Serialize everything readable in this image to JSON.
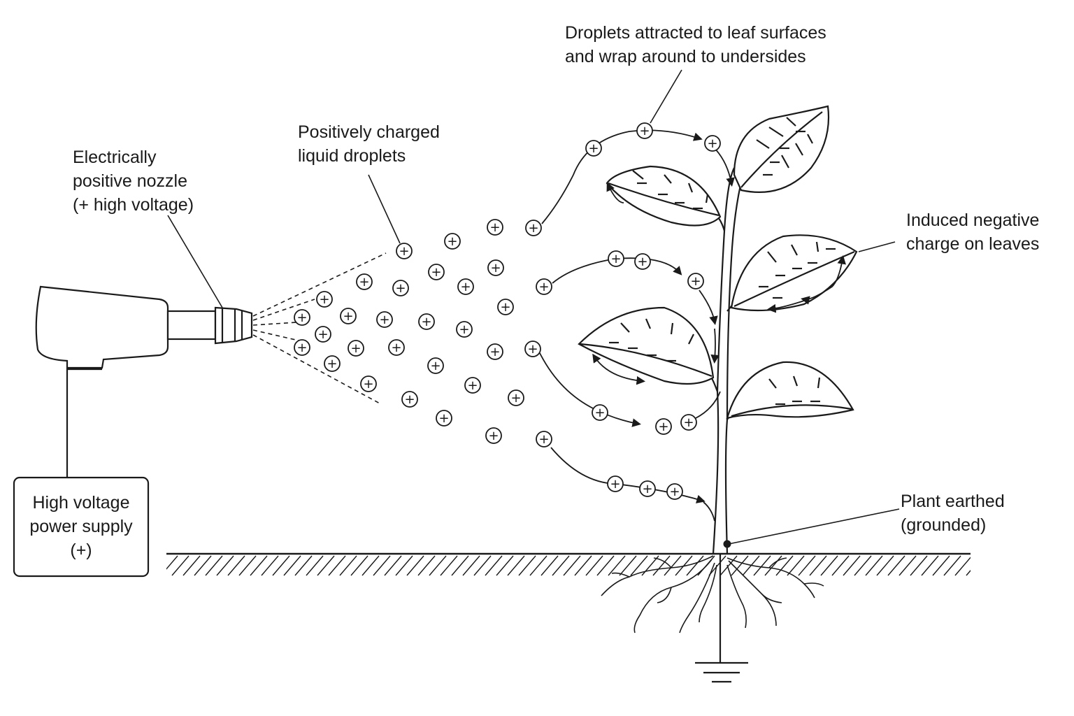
{
  "labels": {
    "nozzle": [
      "Electrically",
      "positive nozzle",
      "(+ high voltage)"
    ],
    "droplets": [
      "Positively charged",
      "liquid droplets"
    ],
    "attracted": [
      "Droplets attracted to leaf surfaces",
      "and wrap around to undersides"
    ],
    "induced": [
      "Induced negative",
      "charge on leaves"
    ],
    "earthed": [
      "Plant earthed",
      "(grounded)"
    ],
    "power_supply": [
      "High voltage",
      "power supply",
      "(+)"
    ]
  },
  "symbols": {
    "positive": "+",
    "negative": "–"
  },
  "colors": {
    "line": "#1a1a1a",
    "background": "#ffffff"
  }
}
